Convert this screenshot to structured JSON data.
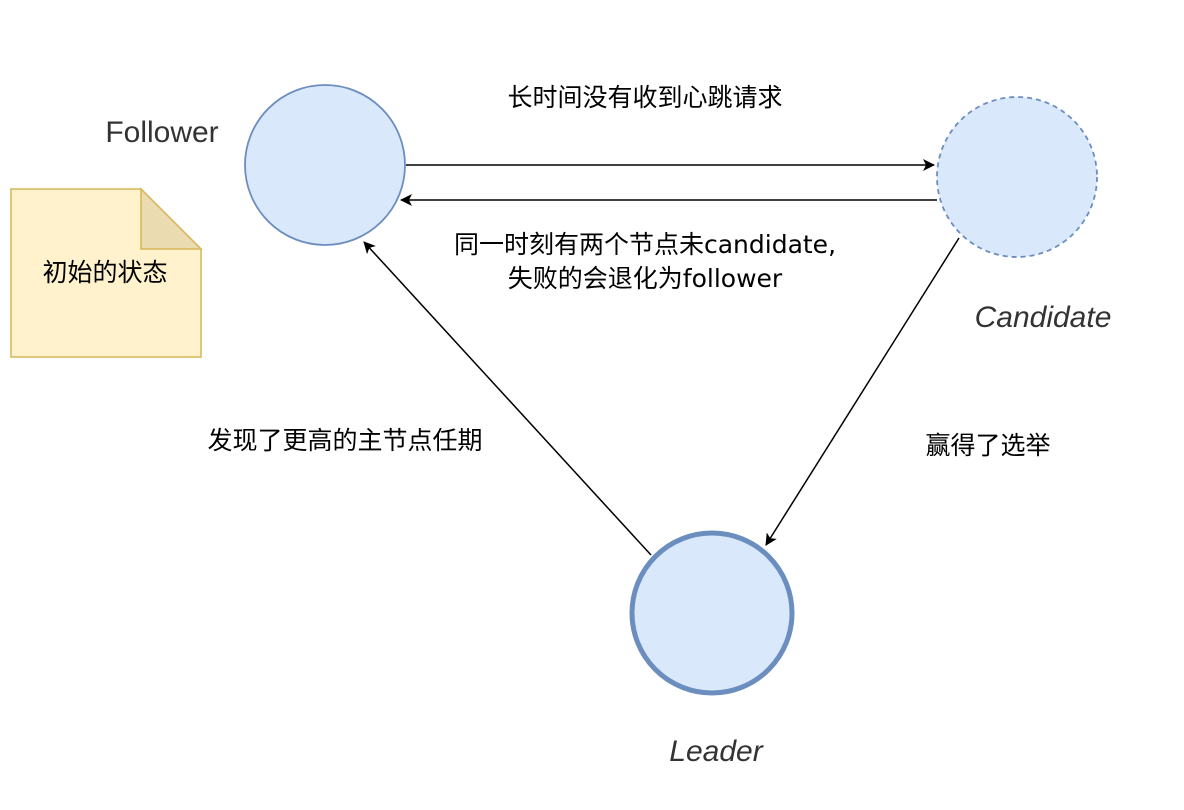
{
  "colors": {
    "node_fill": "#dae8fc",
    "node_stroke": "#6c8ebf",
    "note_fill": "#fff2cc",
    "note_stroke": "#d6b656",
    "note_fold_fill": "#ebdbb0",
    "edge": "#000000"
  },
  "nodes": {
    "follower": {
      "label": "Follower",
      "border_style": "solid"
    },
    "candidate": {
      "label": "Candidate",
      "border_style": "dashed"
    },
    "leader": {
      "label": "Leader",
      "border_style": "bold"
    }
  },
  "note": {
    "text": "初始的状态"
  },
  "edges": {
    "follower_to_candidate": {
      "label": "长时间没有收到心跳请求"
    },
    "candidate_to_follower": {
      "label_line1": "同一时刻有两个节点未candidate,",
      "label_line2": "失败的会退化为follower"
    },
    "candidate_to_leader": {
      "label": "赢得了选举"
    },
    "leader_to_follower": {
      "label": "发现了更高的主节点任期"
    }
  }
}
